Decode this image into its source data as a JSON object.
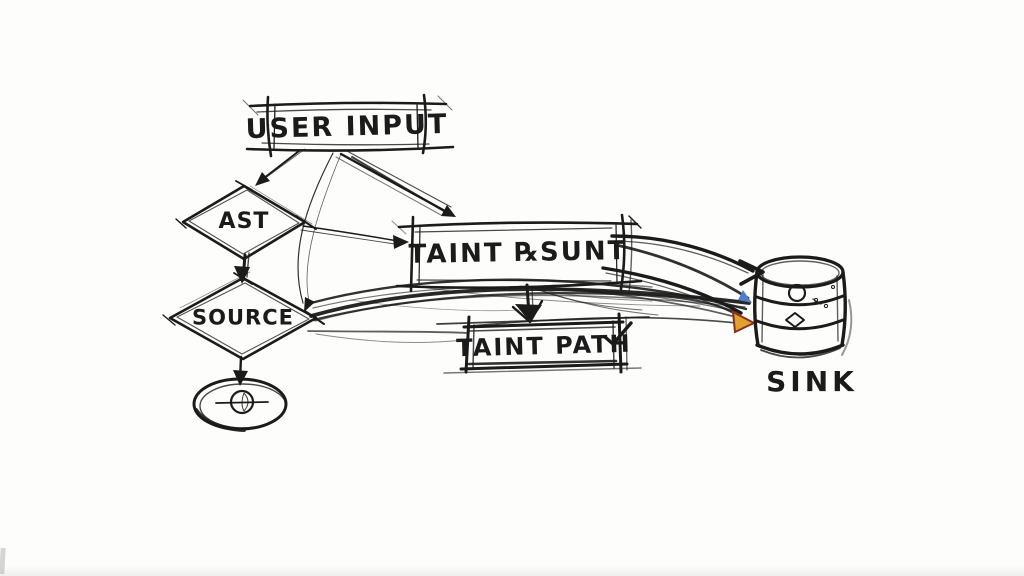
{
  "diagram": {
    "style": "hand-drawn-sketch-flowchart",
    "background": "#fdfdfc",
    "ink_color": "#1b1b1b",
    "nodes": [
      {
        "id": "user-input",
        "label": "USER INPUT",
        "shape": "rectangle"
      },
      {
        "id": "ast",
        "label": "AST",
        "shape": "diamond"
      },
      {
        "id": "source",
        "label": "SOURCE",
        "shape": "diamond"
      },
      {
        "id": "end-terminator",
        "label": "",
        "shape": "ellipse-with-inner-circle"
      },
      {
        "id": "taint-result",
        "label": "TAINT ℞SUNT",
        "shape": "rectangle"
      },
      {
        "id": "taint-path",
        "label": "TAINT PATH",
        "shape": "rectangle",
        "border_colors": [
          "#c06a32",
          "#b84a33",
          "#a8b23c",
          "#d9a92a"
        ]
      },
      {
        "id": "sink",
        "label": "SINK",
        "shape": "database-cylinder"
      }
    ],
    "edges": [
      {
        "from": "user-input",
        "to": "ast",
        "color": "#1b1b1b",
        "style": "sketch-arrow"
      },
      {
        "from": "ast",
        "to": "source",
        "color": "#1b1b1b",
        "style": "sketch-arrow"
      },
      {
        "from": "source",
        "to": "end-terminator",
        "color": "#1b1b1b",
        "style": "sketch-arrow"
      },
      {
        "from": "user-input",
        "to": "taint-result",
        "color": "#1b1b1b",
        "parallel_colors": [
          "#dfc08e",
          "#9aa6bd"
        ],
        "style": "sketch-arrow"
      },
      {
        "from": "ast",
        "to": "taint-result",
        "color": "#666666",
        "style": "sketch-arrow"
      },
      {
        "from": "user-input",
        "to": "source",
        "color": "#777777",
        "style": "curved-sketch-arrow"
      },
      {
        "from": "taint-result",
        "to": "taint-path",
        "color": "#1b1b1b",
        "style": "sketch-arrow"
      },
      {
        "from": "source",
        "to": "sink",
        "color": "#cc7a55",
        "style": "curved"
      },
      {
        "from": "source",
        "to": "sink",
        "color": "#4f7fc9",
        "style": "curved"
      },
      {
        "from": "taint-result",
        "to": "sink",
        "color": "#7fa24a",
        "style": "curved"
      },
      {
        "from": "taint-result",
        "to": "sink",
        "color": "#4f7fc9",
        "style": "curved"
      },
      {
        "from": "taint-result",
        "to": "sink",
        "color": "#d9a92a",
        "style": "curved"
      },
      {
        "from": "taint-path",
        "to": "sink",
        "color": "#b84a33",
        "style": "curved"
      }
    ],
    "sink_arrowheads": [
      {
        "color": "#1b1b1b",
        "type": "chevron"
      },
      {
        "color": "#4f7fc9",
        "type": "triangle"
      },
      {
        "color": "#e0a22e",
        "outline": "#8a2f1f",
        "type": "triangle"
      }
    ],
    "annotations": [
      {
        "id": "checkmark",
        "near": "taint-path",
        "glyph": "✓",
        "color": "#1b1b1b"
      }
    ]
  }
}
